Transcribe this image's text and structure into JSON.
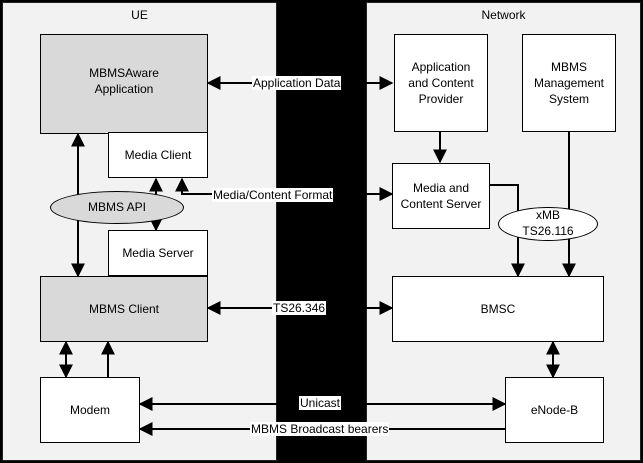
{
  "panels": {
    "ue_title": "UE",
    "network_title": "Network"
  },
  "nodes": {
    "mbms_aware_app": "MBMSAware\nApplication",
    "media_client": "Media Client",
    "media_server": "Media Server",
    "mbms_client": "MBMS Client",
    "modem": "Modem",
    "app_content_provider": "Application\nand Content\nProvider",
    "mbms_mgmt_system": "MBMS\nManagement\nSystem",
    "media_content_server": "Media and\nContent Server",
    "bmsc": "BMSC",
    "enodeb": "eNode-B"
  },
  "ellipses": {
    "mbms_api": "MBMS API",
    "xmb": "xMB\nTS26.116"
  },
  "links": {
    "application_data": "Application Data",
    "media_content_format": "Media/Content Format",
    "ts26346": "TS26.346",
    "unicast": "Unicast",
    "broadcast": "MBMS Broadcast bearers"
  }
}
